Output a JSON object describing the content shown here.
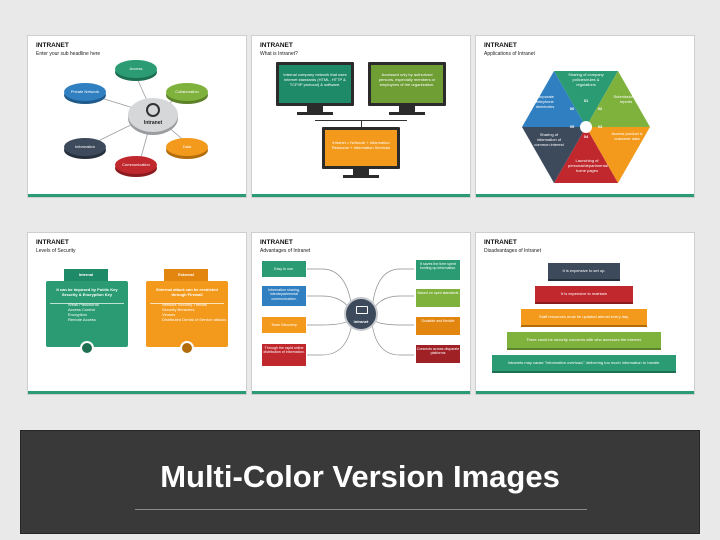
{
  "colors": {
    "green_accent": "#2a9b72",
    "banner_bg": "#393939"
  },
  "slides": [
    {
      "title": "INTRANET",
      "subtitle": "Enter your sub headline here",
      "hub": "Intranet",
      "nodes": [
        "Access",
        "Collaboration",
        "Data",
        "Communication",
        "Information",
        "Private Network"
      ]
    },
    {
      "title": "INTRANET",
      "subtitle": "What is Intranet?",
      "box_left": "Internal company network that uses internet standards (HTML, HTTP & TCP/IP protocol) & software.",
      "box_right": "Accessed only by authorized persons, especially members or employees of the organization.",
      "box_bottom": "Intranet = Network + Information Resource + Information Services"
    },
    {
      "title": "INTRANET",
      "subtitle": "Applications of Intranet",
      "segments": [
        {
          "num": "01",
          "text": "Sharing of company policies/rules & regulations"
        },
        {
          "num": "02",
          "text": "Submission of reports"
        },
        {
          "num": "03",
          "text": "Access product & customer data"
        },
        {
          "num": "04",
          "text": "Launching of personal/departmental home pages"
        },
        {
          "num": "05",
          "text": "Sharing of information of common interest"
        },
        {
          "num": "06",
          "text": "Corporate telephone directories"
        }
      ]
    },
    {
      "title": "INTRANET",
      "subtitle": "Levels of Security",
      "internal": {
        "label": "Internal",
        "desc": "It can be imposed by Public Key Security & Encryption Key",
        "bullets": [
          "Weak Passwords",
          "Access Control",
          "Encryption",
          "Remote Access"
        ]
      },
      "external": {
        "label": "External",
        "desc": "External attack can be restricted through Firewall",
        "bullets": [
          "Network Security Threats",
          "Security Breaches",
          "Viruses",
          "Distributed Denial of Service attacks"
        ]
      }
    },
    {
      "title": "INTRANET",
      "subtitle": "Advantages of Intranet",
      "hub": "Intranet",
      "left_items": [
        "Easy to use.",
        "Information sharing, interdepartmental communication.",
        "Team Discovery",
        "Through the rapid online distribution of information."
      ],
      "right_items": [
        "It saves the time spent hunting up information.",
        "Based on open standards",
        "Scalable and flexible",
        "Connects across disparate platforms"
      ]
    },
    {
      "title": "INTRANET",
      "subtitle": "Disadvantages of Intranet",
      "steps": [
        "It is expensive to set up.",
        "It is expensive to maintain",
        "Staff resources must be updated almost every day.",
        "There could be security concerns with who accesses the internet.",
        "Intranets may cause \"information overload,\" delivering too much information to handle."
      ]
    }
  ],
  "banner": {
    "title": "Multi-Color Version Images"
  }
}
